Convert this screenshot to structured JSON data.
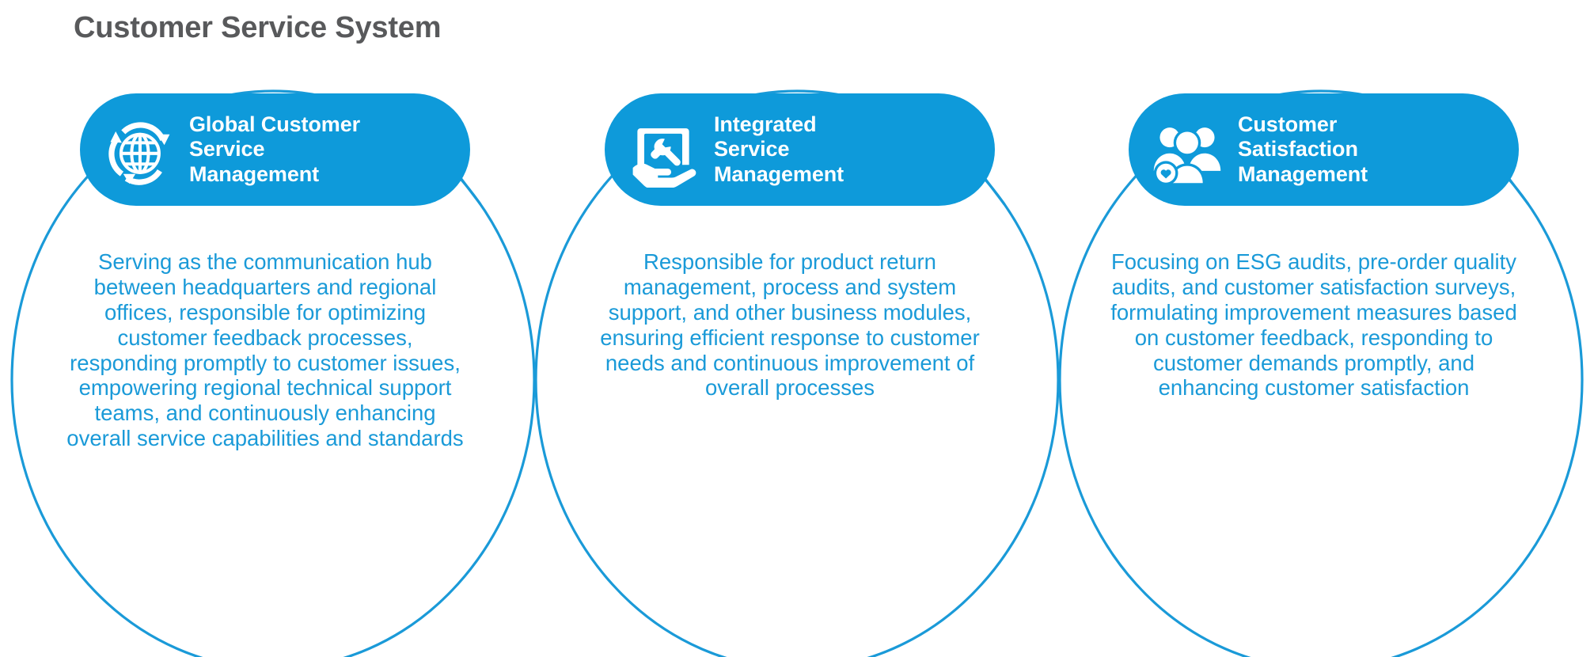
{
  "page": {
    "title": "Customer Service System",
    "title_color": "#58595b",
    "accent_color": "#0e9ada",
    "body_text_color": "#1a9ad8",
    "background_color": "#ffffff"
  },
  "cards": [
    {
      "icon_name": "globe-refresh-icon",
      "title_lines": [
        "Global Customer",
        "Service",
        "Management"
      ],
      "title": "Global Customer Service Management",
      "body": "Serving as the communication hub between headquarters and regional offices, responsible for optimizing customer feedback processes, responding promptly to customer issues, empowering regional technical support teams, and continuously enhancing overall service capabilities and standards"
    },
    {
      "icon_name": "hand-screen-wrench-icon",
      "title_lines": [
        "Integrated",
        "Service",
        "Management"
      ],
      "title": "Integrated Service Management",
      "body": "Responsible for product return management, process and system support, and other business modules, ensuring efficient response to customer needs and continuous improvement of overall processes"
    },
    {
      "icon_name": "people-group-heart-icon",
      "title_lines": [
        "Customer",
        "Satisfaction",
        "Management"
      ],
      "title": "Customer Satisfaction Management",
      "body": "Focusing on ESG audits, pre-order quality audits, and customer satisfaction surveys, formulating improvement measures based on customer feedback, responding to customer demands promptly, and enhancing customer satisfaction"
    }
  ]
}
